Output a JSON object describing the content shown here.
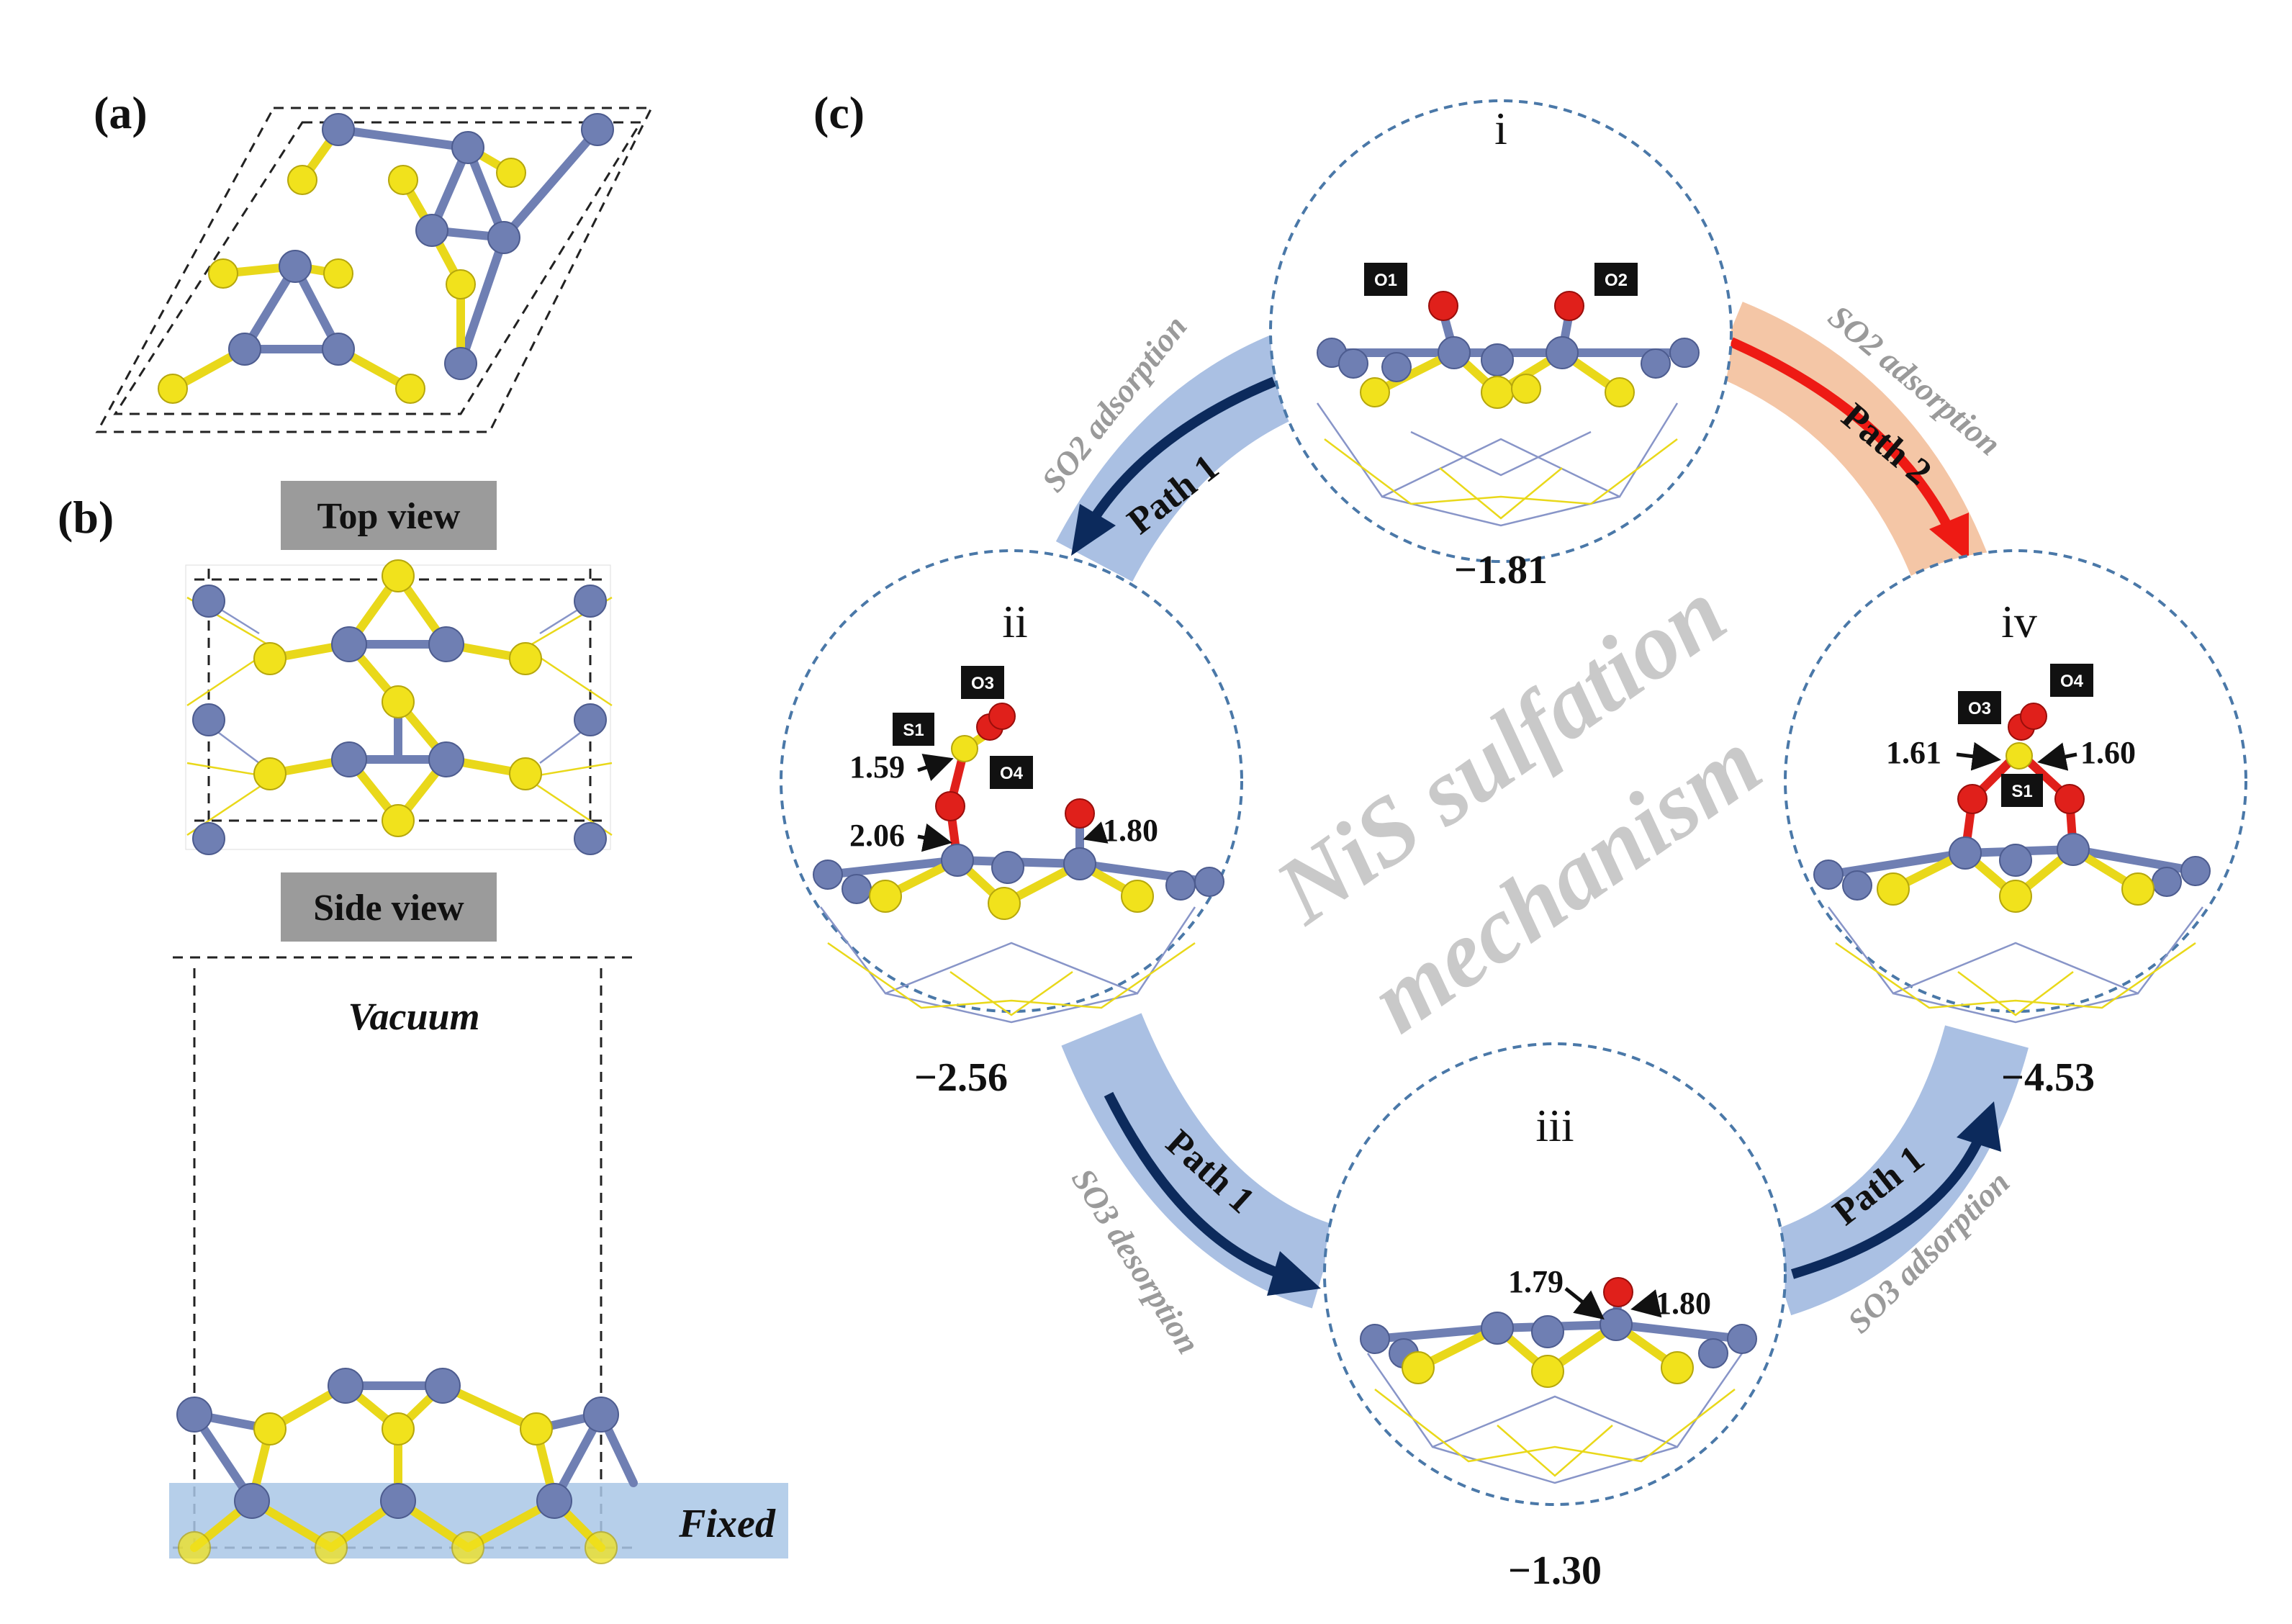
{
  "panels": {
    "a": {
      "label": "(a)"
    },
    "b": {
      "label": "(b)",
      "top_view": "Top view",
      "side_view": "Side view",
      "vacuum": "Vacuum",
      "fixed": "Fixed"
    },
    "c": {
      "label": "(c)"
    }
  },
  "center_text": {
    "line1": "NiS sulfation",
    "line2": "mechanism"
  },
  "states": {
    "i": {
      "numeral": "i",
      "energy": "−1.81",
      "tags": {
        "o1": "O1",
        "o2": "O2"
      }
    },
    "ii": {
      "numeral": "ii",
      "energy": "−2.56",
      "tags": {
        "s1": "S1",
        "o3": "O3",
        "o4": "O4"
      },
      "distances": {
        "d1": "1.59",
        "d2": "2.06",
        "d3": "1.80"
      }
    },
    "iii": {
      "numeral": "iii",
      "energy": "−1.30",
      "distances": {
        "d1": "1.79",
        "d2": "1.80"
      }
    },
    "iv": {
      "numeral": "iv",
      "energy": "−4.53",
      "tags": {
        "o3": "O3",
        "o4": "O4",
        "s1": "S1"
      },
      "distances": {
        "d1": "1.61",
        "d2": "1.60"
      }
    }
  },
  "arrows": {
    "i_to_ii": {
      "path": "Path 1",
      "process": "SO2 adsorption"
    },
    "i_to_iv": {
      "path": "Path 2",
      "process": "SO2 adsorption"
    },
    "ii_to_iii": {
      "path": "Path 1",
      "process": "SO3 desorption"
    },
    "iii_to_iv": {
      "path": "Path 1",
      "process": "SO3 adsorption"
    }
  },
  "colors": {
    "nickel": "#6f7fb3",
    "sulfur": "#f1e21c",
    "oxygen": "#e0201b",
    "path1": "#0c2a5c",
    "path1_band": "#aac0e3",
    "path2": "#ee1a14",
    "path2_band": "#f4c6a6",
    "fixed_band": "#a9c7e6"
  }
}
